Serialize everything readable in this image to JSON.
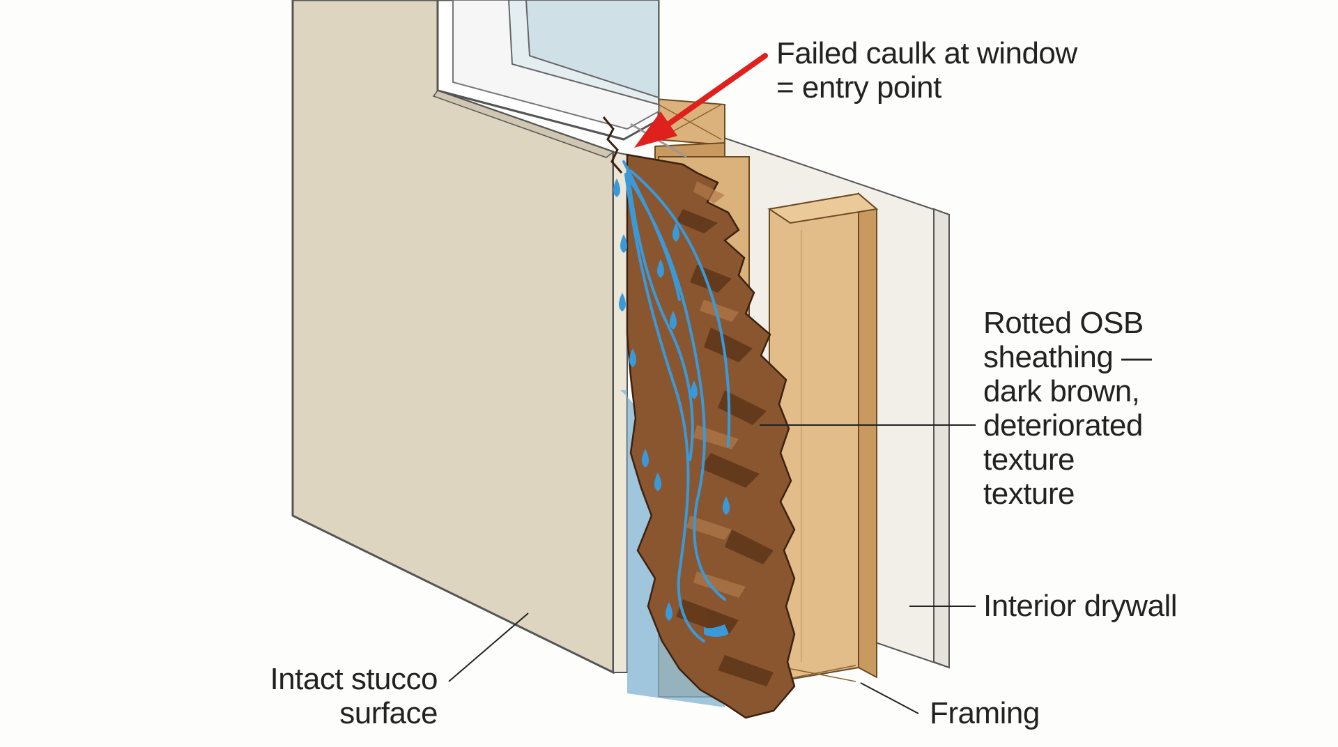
{
  "colors": {
    "background": "#fdfdfb",
    "stucco": "#ddd5c0",
    "stucco_edge": "#ece6d6",
    "osb_rot": "#8a5630",
    "osb_rot_dark": "#5b3418",
    "framing": "#dcb27c",
    "framing_side": "#c99a60",
    "drywall": "#f1efe8",
    "water": "#3a9ad9",
    "pooled_water": "#7fb3d3",
    "arrow": "#e0201c",
    "leader": "#222222"
  },
  "labels": {
    "caulk": [
      "Failed caulk at window",
      "= entry point"
    ],
    "osb": [
      "Rotted OSB",
      "sheathing —",
      "dark brown,",
      "deteriorated",
      "texture",
      "texture"
    ],
    "drywall": [
      "Interior drywall"
    ],
    "stucco": [
      "Intact stucco",
      "surface"
    ],
    "framing": [
      "Framing"
    ]
  }
}
